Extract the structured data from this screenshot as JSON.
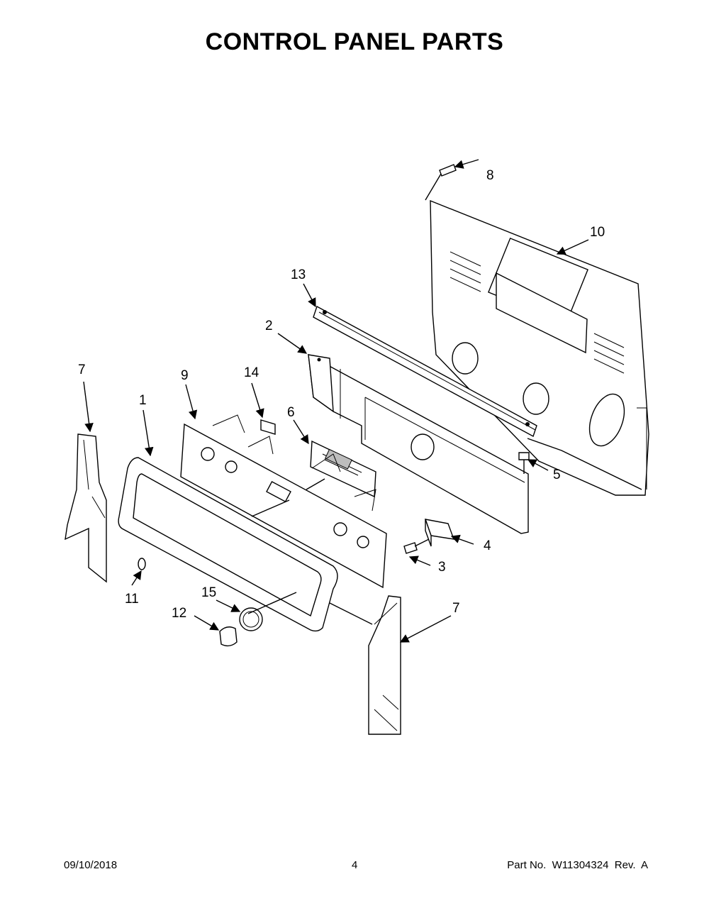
{
  "title": "CONTROL PANEL PARTS",
  "callouts": {
    "c1": "1",
    "c2": "2",
    "c3": "3",
    "c4": "4",
    "c5": "5",
    "c6": "6",
    "c7a": "7",
    "c7b": "7",
    "c8": "8",
    "c9": "9",
    "c10": "10",
    "c11": "11",
    "c12": "12",
    "c13": "13",
    "c14": "14",
    "c15": "15"
  },
  "footer": {
    "date": "09/10/2018",
    "page": "4",
    "part_number": "Part No.  W11304324  Rev.  A"
  }
}
